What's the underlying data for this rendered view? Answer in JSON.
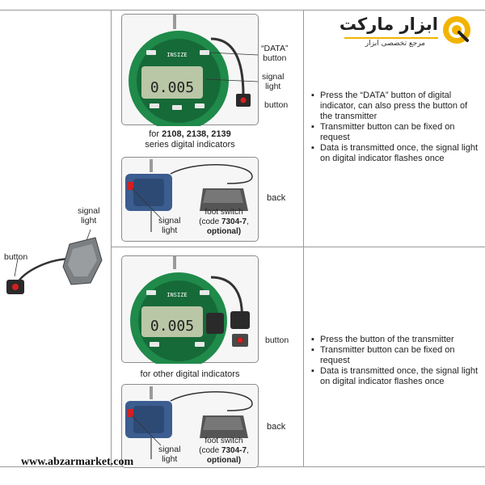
{
  "branding": {
    "name": "ابزار مارکت",
    "tagline": "مرجع تخصصی ابزار",
    "website": "www.abzarmarket.com",
    "logo_color": "#f2b400"
  },
  "indicator": {
    "display_value": "0.005",
    "brand": "INSIZE",
    "body_color": "#1f8a4a",
    "lcd_color": "#b9c7a6"
  },
  "left_panel": {
    "signal_light_label": "signal\nlight",
    "button_label": "button"
  },
  "top_section": {
    "main_box": {
      "data_button_label": "“DATA”\nbutton",
      "signal_light_label": "signal\nlight",
      "button_label": "button"
    },
    "caption_prefix": "for ",
    "caption_models": "2108, 2138, 2139",
    "caption_suffix": "series digital indicators",
    "back_box": {
      "signal_light_label": "signal\nlight",
      "foot_switch_label": "foot switch",
      "code_prefix": "(code ",
      "code_value": "7304-7",
      "code_suffix": ",",
      "optional_label": "optional)"
    },
    "back_label": "back",
    "bullets": [
      "Press the “DATA” button of digital indicator, can also press the button of the transmitter",
      "Transmitter button can be fixed on request",
      "Data is transmitted once, the signal light on digital indicator flashes once"
    ]
  },
  "bottom_section": {
    "main_box": {
      "button_label": "button"
    },
    "caption": "for other digital indicators",
    "back_box": {
      "signal_light_label": "signal\nlight",
      "foot_switch_label": "foot switch",
      "code_prefix": "(code ",
      "code_value": "7304-7",
      "code_suffix": ",",
      "optional_label": "optional)"
    },
    "back_label": "back",
    "bullets": [
      "Press the button of the transmitter",
      "Transmitter button can be fixed on request",
      "Data is transmitted once, the signal light on digital indicator flashes once"
    ]
  }
}
